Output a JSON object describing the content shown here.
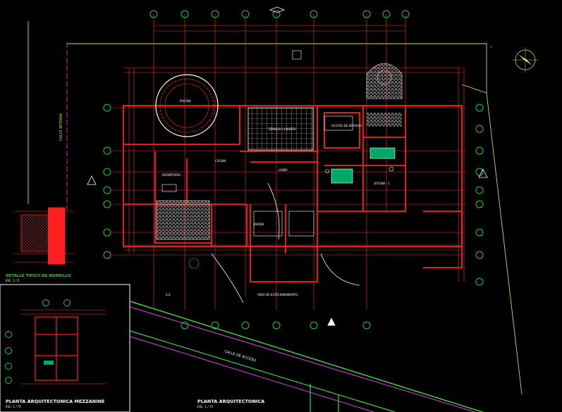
{
  "drawing": {
    "colors": {
      "background": "#000000",
      "walls": "#ff2020",
      "dimensions": "#ff3030",
      "grid_bubbles": "#22c838",
      "property_line": "#d8d840",
      "street": "#40ff40",
      "street_edge": "#e040e0",
      "frame": "#ffffff",
      "hatch": "#ffffff"
    },
    "titles": {
      "mezzanine": "PLANTA ARQUITECTONICA MEZZANINE",
      "mezzanine_scale": "ESC.    1 / 75",
      "main": "PLANTA ARQUITECTONICA",
      "main_scale": "ESC.    1 / 75",
      "detail": "DETALLE TIPICO DE BORDILLO",
      "detail_scale": "ESC.   1 / 5"
    },
    "streets": {
      "interior": "CALLE INTERNA",
      "front": "CALLE DE ACCESO"
    },
    "rooms": {
      "pool": "PISCINA",
      "terrace": "TERRAZA CUBIERTA",
      "access": "ACCESO DE SERVICIO",
      "lobby": "LOBBY",
      "parking": "AREA DE ESTACIONAMIENTO",
      "office_1": "OFICINA - 1",
      "bedroom": "DORMITORIO",
      "kitchen": "COCINA",
      "bath": "S.S.",
      "garden": "JARDIN"
    },
    "icons": [
      "north-arrow-icon",
      "compass-rose-icon"
    ]
  }
}
